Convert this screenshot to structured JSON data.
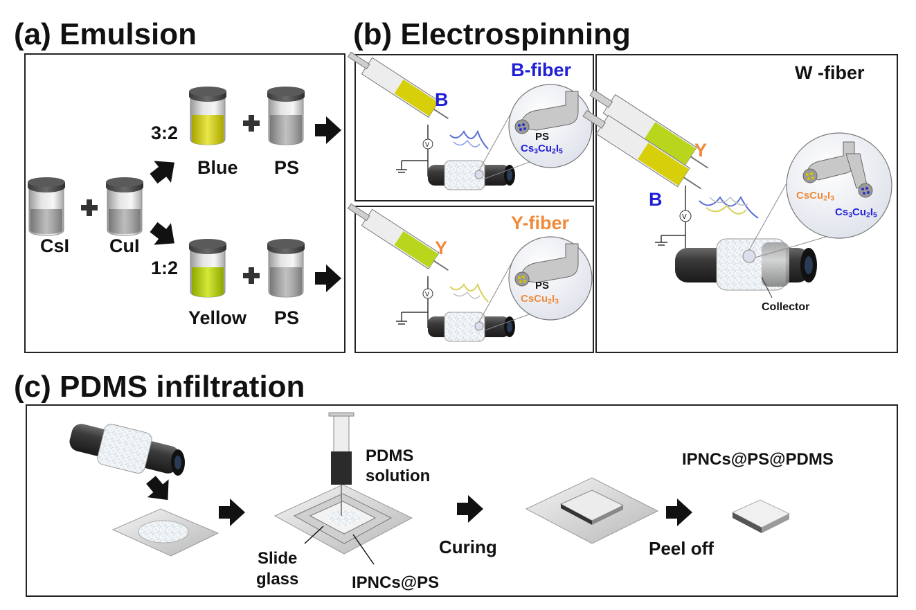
{
  "headings": {
    "a": "(a) Emulsion",
    "b": "(b) Electrospinning",
    "c": "(c) PDMS infiltration"
  },
  "panel_a": {
    "csi": "CsI",
    "cui": "CuI",
    "ratio_top": "3:2",
    "ratio_bottom": "1:2",
    "blue": "Blue",
    "yellow": "Yellow",
    "ps_top": "PS",
    "ps_bottom": "PS"
  },
  "panel_b": {
    "b_fiber_title": "B-fiber",
    "y_fiber_title": "Y-fiber",
    "w_fiber_title": "W -fiber",
    "b_label": "B",
    "y_label": "Y",
    "w_b_label": "B",
    "w_y_label": "Y",
    "ps": "PS",
    "collector": "Collector",
    "cs3cu2i5": {
      "a": "Cs",
      "b": "3",
      "c": "Cu",
      "d": "2",
      "e": "I",
      "f": "5"
    },
    "cscu2i3": {
      "a": "CsCu",
      "b": "2",
      "c": "I",
      "d": "3"
    },
    "voltage": "V"
  },
  "panel_c": {
    "pdms_solution_1": "PDMS",
    "pdms_solution_2": "solution",
    "slide_1": "Slide",
    "slide_2": "glass",
    "ipncs_ps": "IPNCs@PS",
    "curing": "Curing",
    "peel_off": "Peel off",
    "final": "IPNCs@PS@PDMS"
  },
  "colors": {
    "blue_text": "#1f1fd6",
    "orange_text": "#f08a3a",
    "yellow_solution": "#cfd820",
    "green_solution": "#b9d61c",
    "blue_fiber": "#5a6fd6",
    "yellow_fiber": "#d8d25a",
    "collector": "#3a3a3a"
  }
}
